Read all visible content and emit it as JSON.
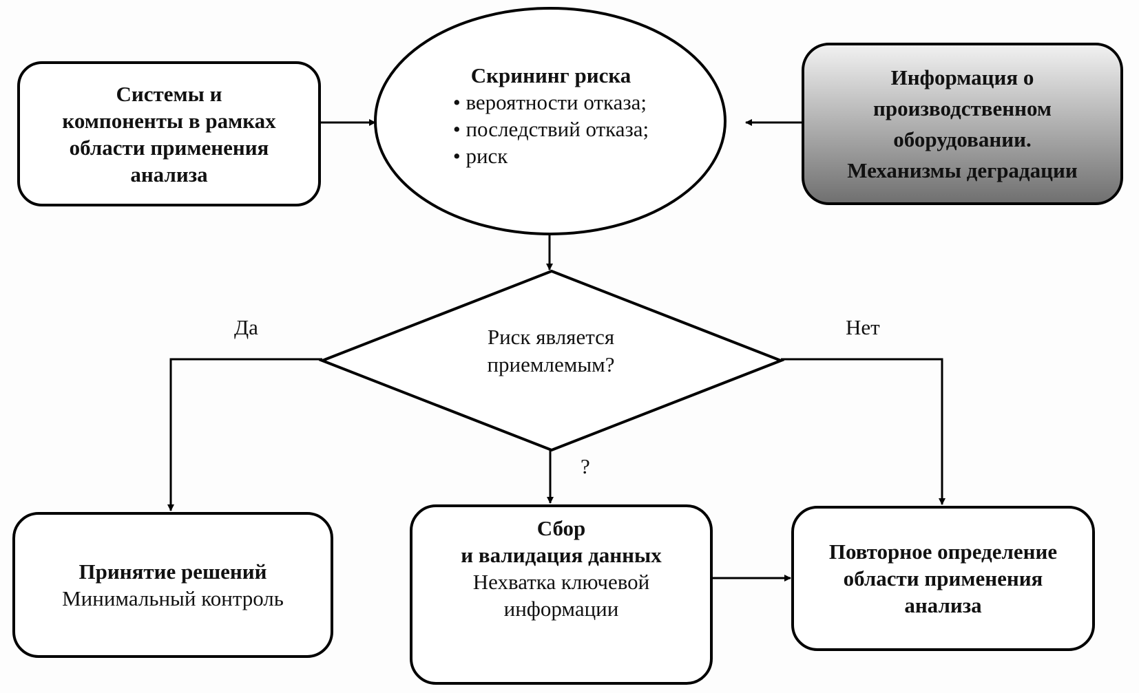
{
  "diagram": {
    "systems": {
      "lines": [
        "Системы и",
        "компоненты в рамках",
        "области применения",
        "анализа"
      ]
    },
    "screening": {
      "title": "Скрининг риска",
      "bullets": [
        "• вероятности отказа;",
        "• последствий отказа;",
        "• риск"
      ]
    },
    "equipment_info": {
      "lines": [
        "Информация о",
        "производственном",
        "оборудовании.",
        "Механизмы деградации"
      ],
      "fill_gradient": [
        "#f2f2f2",
        "#6f6f6f"
      ]
    },
    "decision": {
      "lines": [
        "Риск является",
        "приемлемым?"
      ]
    },
    "branch_labels": {
      "yes": "Да",
      "no": "Нет",
      "unknown": "?"
    },
    "decision_making": {
      "title": "Принятие решений",
      "subtitle": "Минимальный контроль"
    },
    "data_collection": {
      "title_lines": [
        "Сбор",
        "и валидация данных"
      ],
      "subtitle_lines": [
        "Нехватка ключевой",
        "информации"
      ]
    },
    "rescoping": {
      "lines": [
        "Повторное определение",
        "области применения",
        "анализа"
      ]
    }
  }
}
